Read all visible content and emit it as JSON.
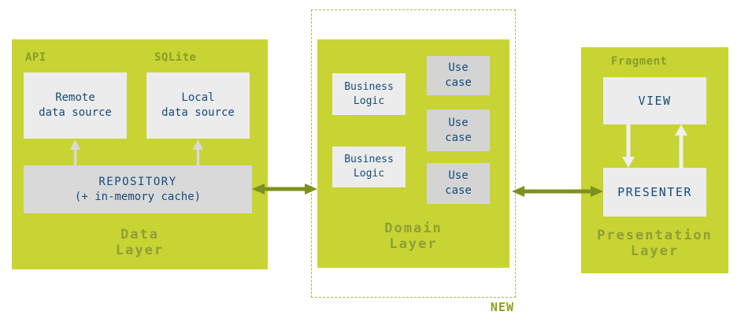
{
  "colors": {
    "panel_green": "#c7d433",
    "label_olive": "#8a9c28",
    "title_olive": "#8e9f37",
    "arrow_olive": "#7e901f",
    "text_blue": "#174b7c",
    "box_light": "#ececec",
    "box_dark": "#d4d4d4",
    "box_repository": "#d9d9d9",
    "gray_arrow": "#d9d9d9",
    "white_arrow": "#f0f0f0",
    "dashed_border": "#abb944"
  },
  "data_layer": {
    "title_lines": [
      "Data",
      "Layer"
    ],
    "api_label": "API",
    "sqlite_label": "SQLite",
    "remote_source_lines": [
      "Remote",
      "data source"
    ],
    "local_source_lines": [
      "Local",
      "data source"
    ],
    "repository_lines": [
      "REPOSITORY",
      "(+ in-memory cache)"
    ]
  },
  "domain_layer": {
    "title_lines": [
      "Domain",
      "Layer"
    ],
    "business_logic_1_lines": [
      "Business",
      "Logic"
    ],
    "business_logic_2_lines": [
      "Business",
      "Logic"
    ],
    "use_case_1_lines": [
      "Use",
      "case"
    ],
    "use_case_2_lines": [
      "Use",
      "case"
    ],
    "use_case_3_lines": [
      "Use",
      "case"
    ],
    "new_badge": "NEW"
  },
  "presentation_layer": {
    "title_lines": [
      "Presentation",
      "Layer"
    ],
    "fragment_label": "Fragment",
    "view_label": "VIEW",
    "presenter_label": "PRESENTER"
  }
}
